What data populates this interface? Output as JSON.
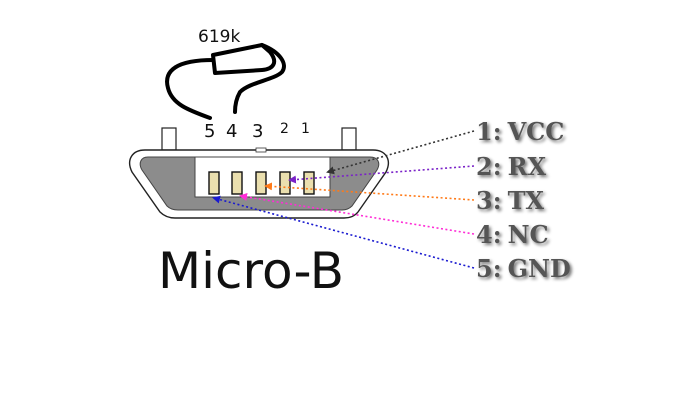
{
  "resistor": {
    "label": "619k"
  },
  "connector": {
    "title": "Micro-B",
    "pin_numbers": [
      "5",
      "4",
      "3",
      "2",
      "1"
    ]
  },
  "pins": [
    {
      "number": "1",
      "sep": ":",
      "name": "VCC",
      "color": "#333333"
    },
    {
      "number": "2",
      "sep": ":",
      "name": "RX",
      "color": "#7a22c8"
    },
    {
      "number": "3",
      "sep": ":",
      "name": "TX",
      "color": "#ff7a18"
    },
    {
      "number": "4",
      "sep": ":",
      "name": "NC",
      "color": "#ff2cd6"
    },
    {
      "number": "5",
      "sep": ":",
      "name": "GND",
      "color": "#1a1ad0"
    }
  ]
}
